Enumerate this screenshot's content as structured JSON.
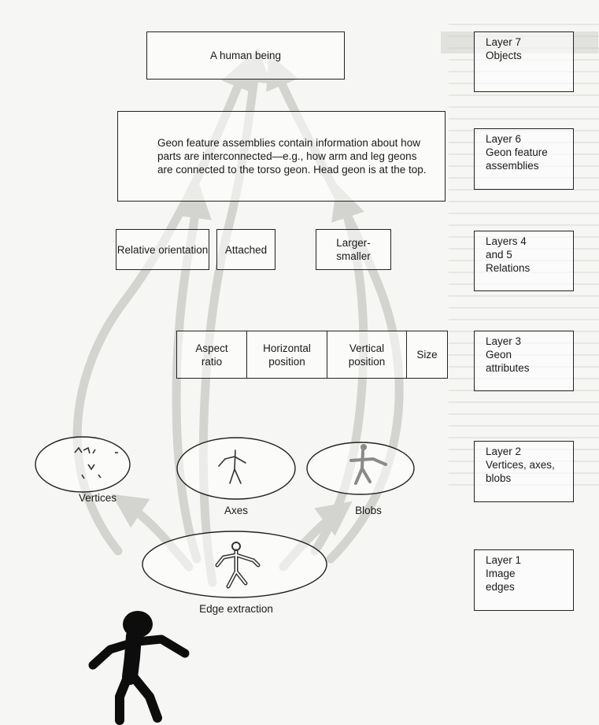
{
  "boxes": {
    "objects": "A human being",
    "assemblies": "Geon feature assemblies contain information about how parts are interconnected—e.g., how arm and leg geons are connected to the torso geon. Head geon is at the top.",
    "relations": [
      "Relative orientation",
      "Attached",
      "Larger-smaller"
    ],
    "attributes": [
      "Aspect ratio",
      "Horizontal position",
      "Vertical position",
      "Size"
    ]
  },
  "ellipses": {
    "vertices": "Vertices",
    "axes": "Axes",
    "blobs": "Blobs",
    "edges": "Edge extraction"
  },
  "layers": [
    {
      "name": "Layer 7",
      "desc": "Objects"
    },
    {
      "name": "Layer 6",
      "desc": "Geon feature assemblies"
    },
    {
      "name": "Layers 4 and 5",
      "desc": "Relations"
    },
    {
      "name": "Layer 3",
      "desc": "Geon attributes"
    },
    {
      "name": "Layer 2",
      "desc": "Vertices, axes, blobs"
    },
    {
      "name": "Layer 1",
      "desc": "Image edges"
    }
  ],
  "colors": {
    "arrow": "#d3d3d0",
    "stroke": "#222222",
    "figure": "#0d0d0d"
  }
}
